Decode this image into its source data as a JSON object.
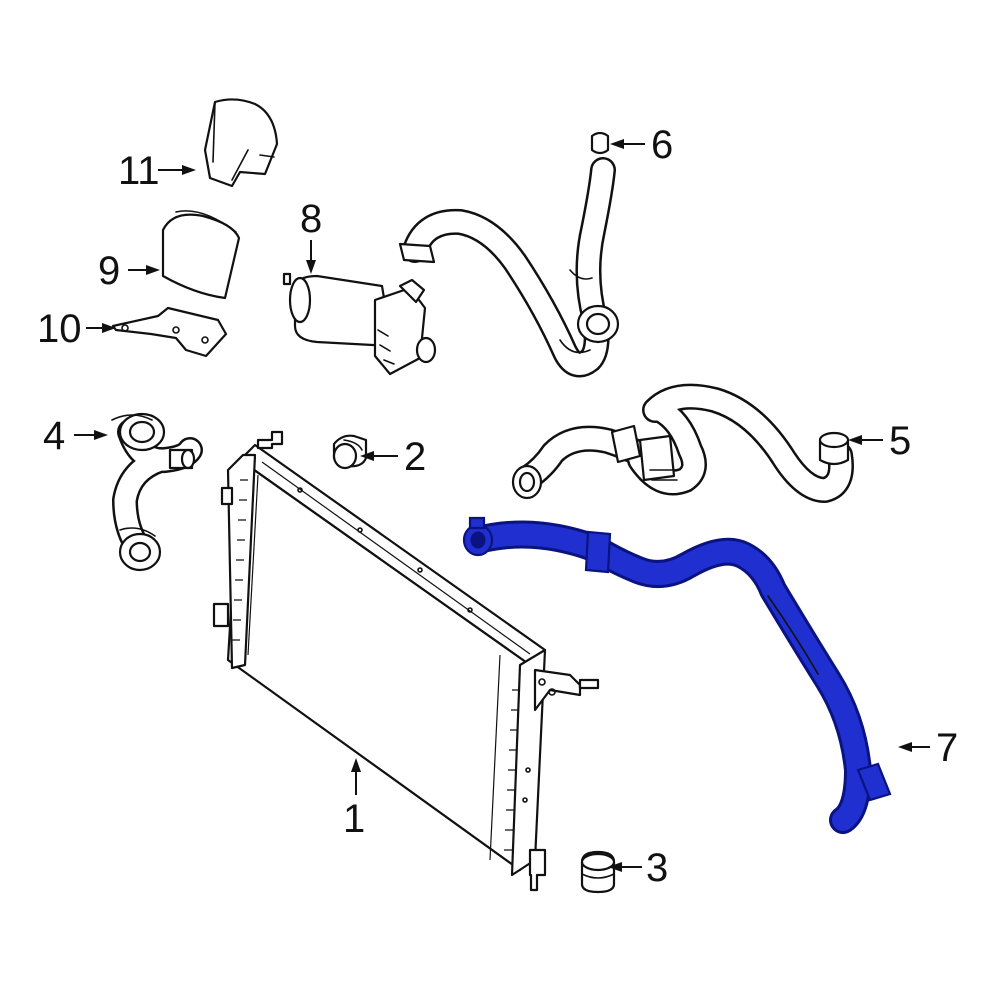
{
  "diagram": {
    "highlight_color": "#1f2fd0",
    "highlight_outline": "#0a1380",
    "line_color": "#111111",
    "background": "#ffffff"
  },
  "callouts": {
    "c1": "1",
    "c2": "2",
    "c3": "3",
    "c4": "4",
    "c5": "5",
    "c6": "6",
    "c7": "7",
    "c8": "8",
    "c9": "9",
    "c10": "10",
    "c11": "11"
  },
  "highlighted_part": "7"
}
